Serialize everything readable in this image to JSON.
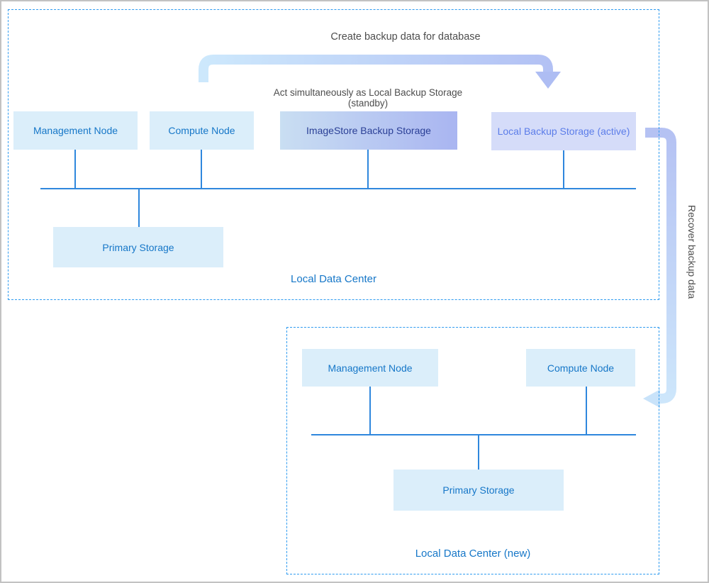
{
  "diagram": {
    "notes": {
      "create_backup": "Create backup data for database",
      "standby_line1": "Act simultaneously as Local Backup Storage",
      "standby_line2": "(standby)",
      "recover_backup": "Recover backup data"
    },
    "dc1": {
      "label": "Local Data Center",
      "nodes": {
        "management": "Management Node",
        "compute": "Compute Node",
        "imagestore": "ImageStore Backup Storage",
        "local_backup_active": "Local Backup Storage (active)",
        "primary": "Primary Storage"
      }
    },
    "dc2": {
      "label": "Local Data Center (new)",
      "nodes": {
        "management": "Management Node",
        "compute": "Compute Node",
        "primary": "Primary Storage"
      }
    },
    "colors": {
      "node_fill": "#dbeefa",
      "node_text": "#1677c8",
      "imagestore_fill_left": "#c9def2",
      "imagestore_fill_right": "#a9b5f1",
      "imagestore_text": "#2a3f96",
      "active_fill": "#d5dcf9",
      "active_text": "#5c7de9",
      "connector_line": "#2f87dd",
      "dashed_border": "#2e9bf0",
      "note_text": "#4d4d4d",
      "dc_label_text": "#1677c8",
      "arrow_light_blue": "#cde8fc",
      "arrow_periwinkle": "#b2c0f4",
      "outer_border": "#c2c2c2"
    }
  }
}
